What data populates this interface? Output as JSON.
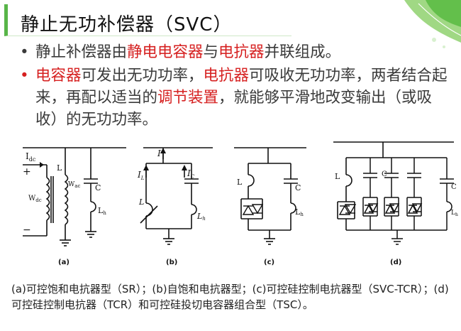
{
  "slide": {
    "title": "静止无功补偿器（SVC）",
    "bullets": [
      {
        "segments": [
          {
            "text": "静止补偿器由",
            "color": "normal"
          },
          {
            "text": "静电电容器",
            "color": "red"
          },
          {
            "text": "与",
            "color": "normal"
          },
          {
            "text": "电抗器",
            "color": "red"
          },
          {
            "text": "并联组成。",
            "color": "normal"
          }
        ],
        "bullet_color": "normal"
      },
      {
        "segments": [
          {
            "text": "电容器",
            "color": "red"
          },
          {
            "text": "可发出无功功率，",
            "color": "normal"
          },
          {
            "text": "电抗器",
            "color": "red"
          },
          {
            "text": "可吸收无功功率，两者结合起来，再配以适当的",
            "color": "normal"
          },
          {
            "text": "调节装置",
            "color": "red"
          },
          {
            "text": "，就能够平滑地改变输出（或吸收）的无功功率。",
            "color": "normal"
          }
        ],
        "bullet_color": "red"
      }
    ],
    "diagram": {
      "labels": {
        "idc": "I",
        "idc_sub": "dc",
        "plus": "+",
        "minus": "−",
        "wdc": "W",
        "wdc_sub": "dc",
        "wac": "W",
        "wac_sub": "ac",
        "L": "L",
        "C": "C",
        "Lh": "L",
        "Lh_sub": "h",
        "I": "I",
        "IL": "I",
        "IL_sub": "L",
        "IC": "I",
        "IC_sub": "C"
      },
      "panel_labels": [
        "(a)",
        "(b)",
        "(c)",
        "(d)"
      ]
    },
    "caption": "(a)可控饱和电抗器型（SR）；(b)自饱和电抗器型；(c)可控硅控制电抗器型（SVC-TCR）；(d) 可控硅控制电抗器（TCR）和可控硅投切电容器组合型（TSC）。",
    "colors": {
      "accent_green": "#58b548",
      "highlight_red": "#d62020",
      "text": "#3a3a3a"
    }
  }
}
